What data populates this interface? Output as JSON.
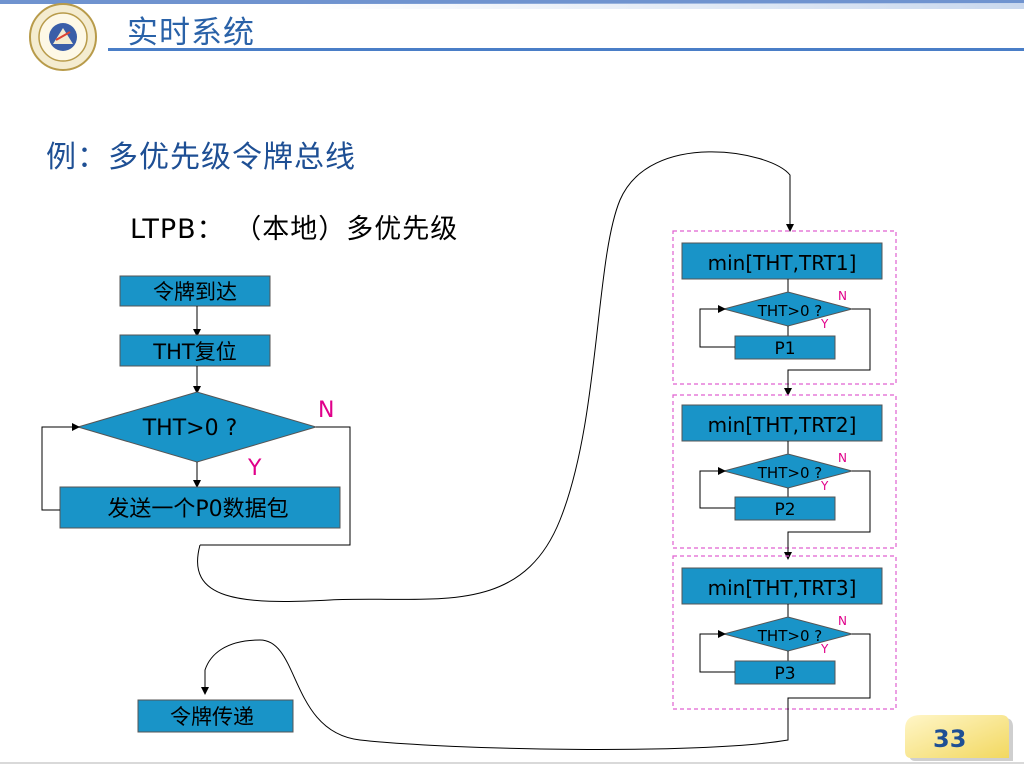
{
  "slide": {
    "title": "实时系统",
    "heading": "例：多优先级令牌总线",
    "subheading": "LTPB：  （本地）多优先级",
    "page_number": "33"
  },
  "left_flow": {
    "token_arrive": "令牌到达",
    "tht_reset": "THT复位",
    "decision": "THT>0 ?",
    "no": "N",
    "yes": "Y",
    "send_packet": "发送一个P0数据包",
    "token_pass": "令牌传递"
  },
  "right_flow": {
    "groups": [
      {
        "min_label": "min[THT,TRT1]",
        "decision": "THT>0 ?",
        "no": "N",
        "yes": "Y",
        "packet": "P1"
      },
      {
        "min_label": "min[THT,TRT2]",
        "decision": "THT>0 ?",
        "no": "N",
        "yes": "Y",
        "packet": "P2"
      },
      {
        "min_label": "min[THT,TRT3]",
        "decision": "THT>0 ?",
        "no": "N",
        "yes": "Y",
        "packet": "P3"
      }
    ]
  },
  "colors": {
    "box_fill": "#1994c8",
    "title_blue": "#2a62a8",
    "label_magenta": "#e0008a",
    "dashed_border": "#e060d0"
  }
}
